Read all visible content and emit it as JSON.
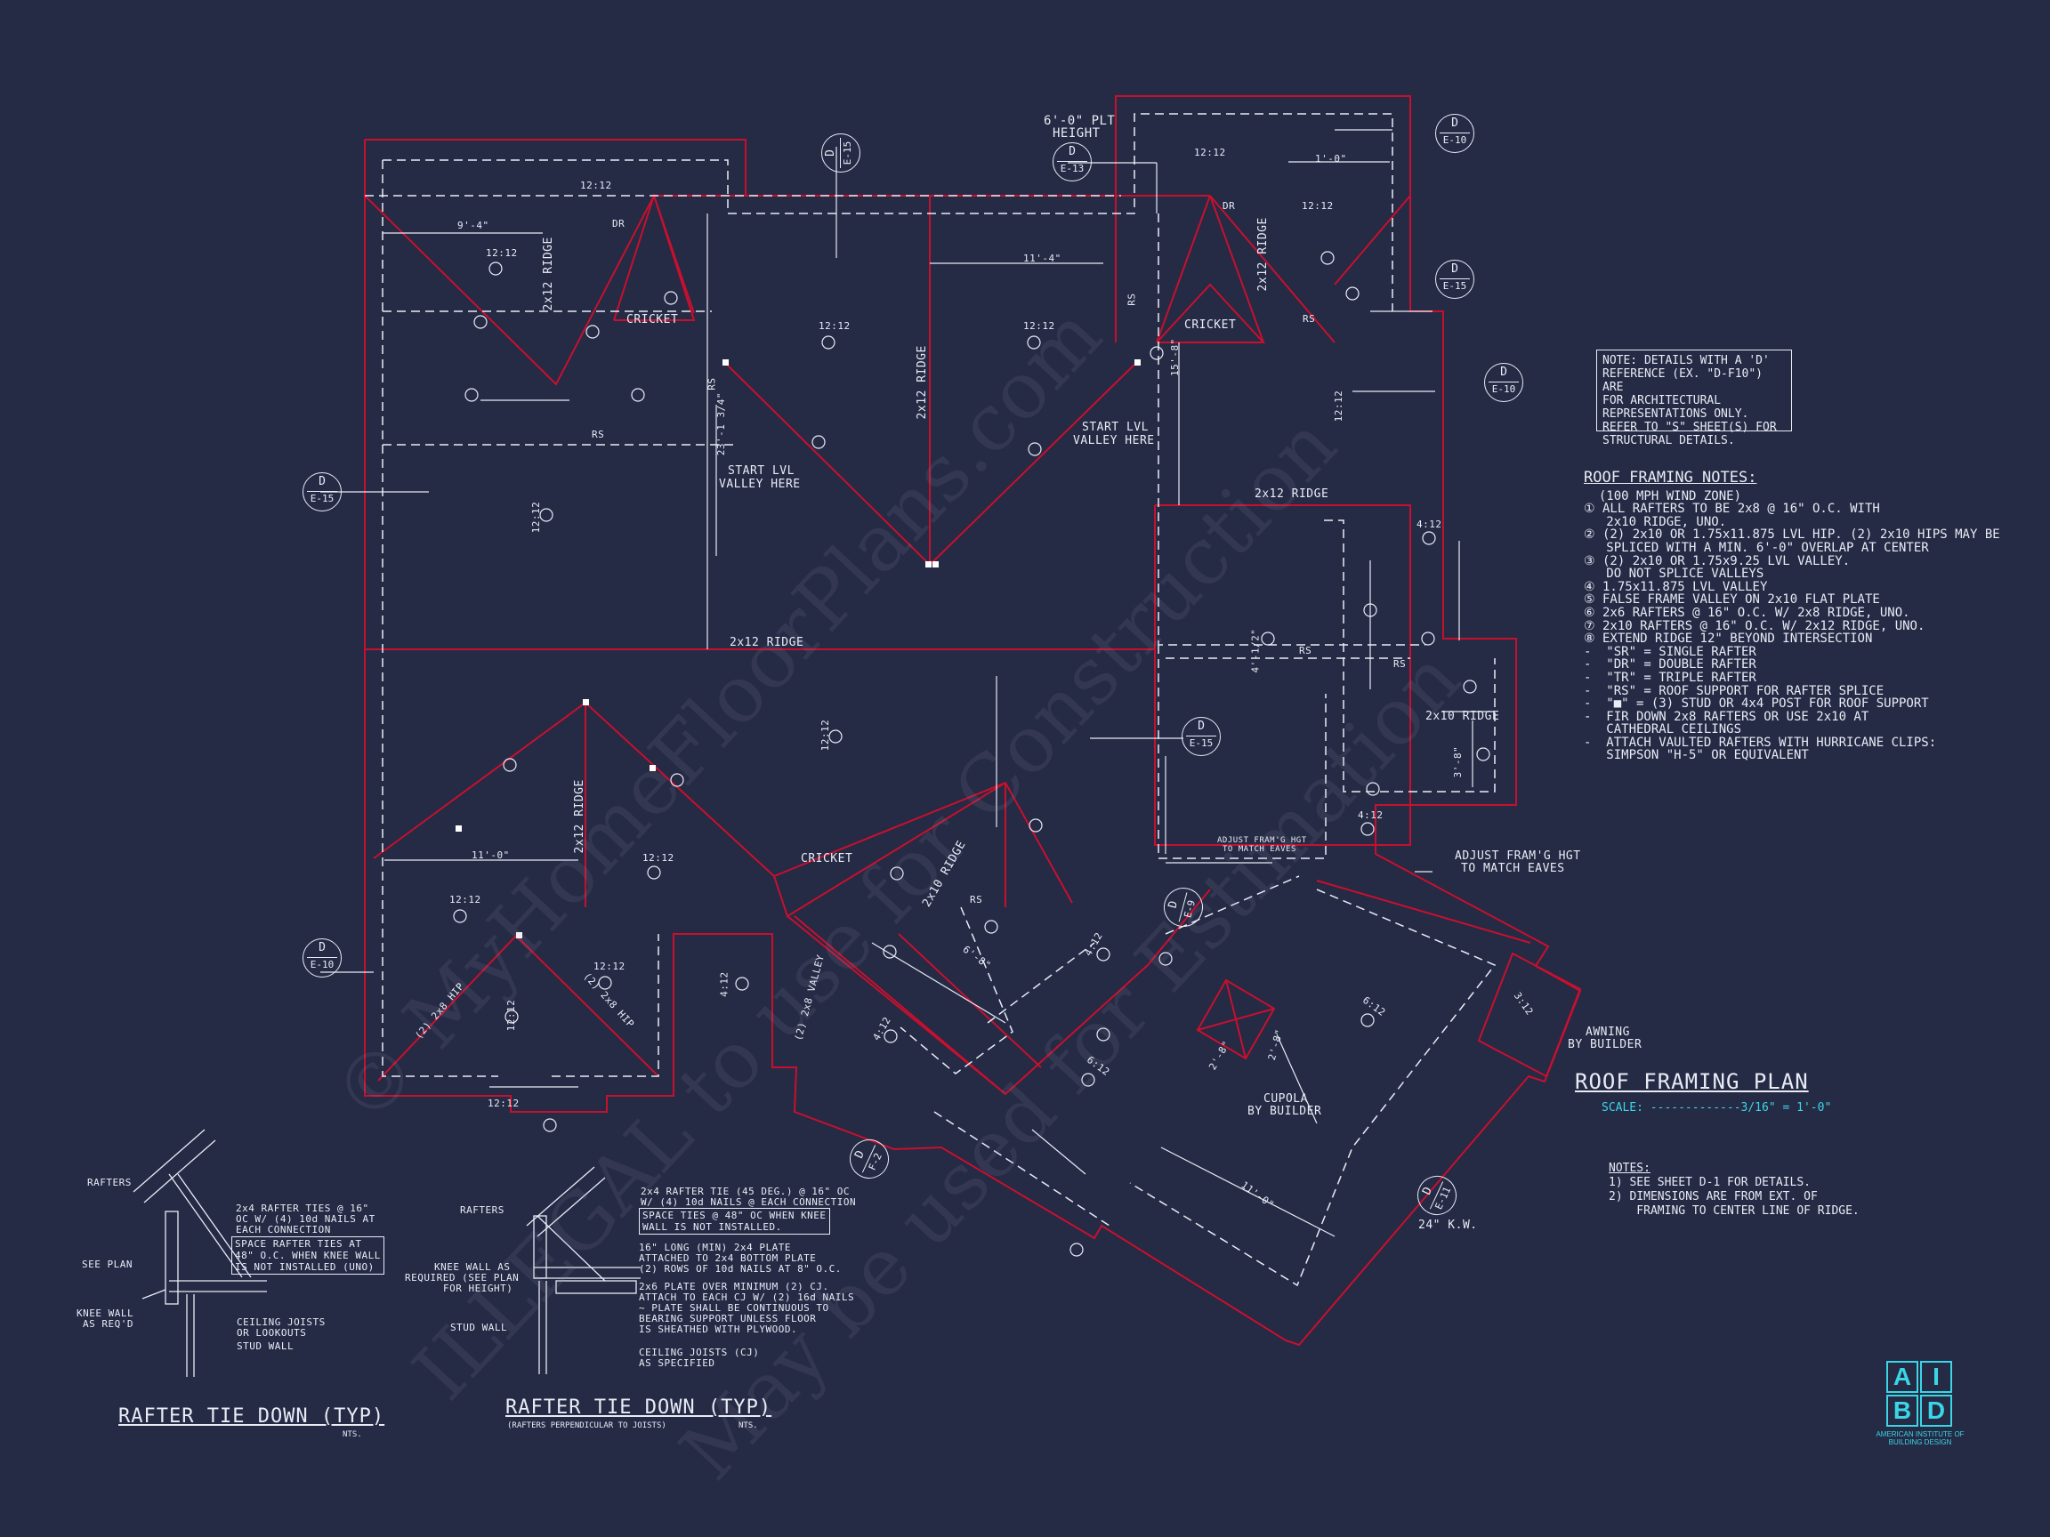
{
  "colors": {
    "background": "#252a45",
    "wall_red": "#c8102e",
    "line_white": "#e9ecf5",
    "accent_cyan": "#3ad6e6"
  },
  "plan_title": "ROOF FRAMING PLAN",
  "plan_scale": "SCALE: -------------3/16\" = 1'-0\"",
  "arch_note": [
    "NOTE: DETAILS WITH A 'D'",
    "REFERENCE (EX. \"D-F10\") ARE",
    "FOR ARCHITECTURAL",
    "REPRESENTATIONS ONLY.",
    "REFER TO \"S\" SHEET(S) FOR",
    "STRUCTURAL DETAILS."
  ],
  "roof_notes_heading": "ROOF FRAMING NOTES:",
  "roof_notes": [
    "  (100 MPH WIND ZONE)",
    "① ALL RAFTERS TO BE 2x8 @ 16\" O.C. WITH",
    "   2x10 RIDGE, UNO.",
    "② (2) 2x10 OR 1.75x11.875 LVL HIP. (2) 2x10 HIPS MAY BE",
    "   SPLICED WITH A MIN. 6'-0\" OVERLAP AT CENTER",
    "③ (2) 2x10 OR 1.75x9.25 LVL VALLEY.",
    "   DO NOT SPLICE VALLEYS",
    "④ 1.75x11.875 LVL VALLEY",
    "⑤ FALSE FRAME VALLEY ON 2x10 FLAT PLATE",
    "⑥ 2x6 RAFTERS @ 16\" O.C. W/ 2x8 RIDGE, UNO.",
    "⑦ 2x10 RAFTERS @ 16\" O.C. W/ 2x12 RIDGE, UNO.",
    "⑧ EXTEND RIDGE 12\" BEYOND INTERSECTION",
    "-  \"SR\" = SINGLE RAFTER",
    "-  \"DR\" = DOUBLE RAFTER",
    "-  \"TR\" = TRIPLE RAFTER",
    "-  \"RS\" = ROOF SUPPORT FOR RAFTER SPLICE",
    "-  \"■\" = (3) STUD OR 4x4 POST FOR ROOF SUPPORT",
    "-  FIR DOWN 2x8 RAFTERS OR USE 2x10 AT",
    "   CATHEDRAL CEILINGS",
    "-  ATTACH VAULTED RAFTERS WITH HURRICANE CLIPS:",
    "   SIMPSON \"H-5\" OR EQUIVALENT"
  ],
  "general_notes_heading": "NOTES:",
  "general_notes": [
    "1) SEE SHEET D-1 FOR DETAILS.",
    "2) DIMENSIONS ARE FROM EXT. OF",
    "    FRAMING TO CENTER LINE OF RIDGE."
  ],
  "detail1": {
    "title": "RAFTER TIE DOWN (TYP)",
    "nts": "NTS.",
    "labels": {
      "rafters": "RAFTERS",
      "see_plan": "SEE PLAN",
      "knee_wall": "KNEE WALL",
      "as_reqd": "AS REQ'D",
      "ties1": "2x4 RAFTER TIES @ 16\"",
      "ties2": "OC W/ (4) 10d NAILS AT",
      "ties3": "EACH CONNECTION",
      "space1": "SPACE RAFTER TIES AT",
      "space2": "48\" O.C. WHEN KNEE WALL",
      "space3": "IS NOT INSTALLED (UNO)",
      "joists1": "CEILING JOISTS",
      "joists2": "OR LOOKOUTS",
      "stud": "STUD WALL"
    }
  },
  "detail2": {
    "title": "RAFTER TIE DOWN (TYP)",
    "subtitle": "(RAFTERS PERPENDICULAR TO JOISTS)",
    "nts": "NTS.",
    "labels": {
      "rafters": "RAFTERS",
      "knee1": "KNEE WALL AS",
      "knee2": "REQUIRED (SEE PLAN",
      "knee3": "FOR HEIGHT)",
      "stud": "STUD WALL",
      "tie1": "2x4 RAFTER TIE (45 DEG.) @ 16\" OC",
      "tie2": "W/ (4) 10d NAILS @ EACH CONNECTION",
      "space1": "SPACE TIES @ 48\" OC WHEN KNEE",
      "space2": "WALL IS NOT INSTALLED.",
      "plate1": "16\" LONG (MIN) 2x4 PLATE",
      "plate2": "ATTACHED TO 2x4 BOTTOM PLATE",
      "plate3": "(2) ROWS OF 10d NAILS AT 8\" O.C.",
      "p6a": "2x6 PLATE OVER MINIMUM (2) CJ.",
      "p6b": "ATTACH TO EACH CJ W/ (2) 16d NAILS",
      "p6c": "~ PLATE SHALL BE CONTINUOUS TO",
      "p6d": "BEARING SUPPORT UNLESS FLOOR",
      "p6e": "IS SHEATHED WITH PLYWOOD.",
      "cj1": "CEILING JOISTS (CJ)",
      "cj2": "AS SPECIFIED"
    }
  },
  "plan_labels": {
    "plt_height1": "6'-0\" PLT",
    "plt_height2": "HEIGHT",
    "cricket": "CRICKET",
    "dr": "DR",
    "rs": "RS",
    "ridge_2x12": "2x12 RIDGE",
    "ridge_2x10": "2x10 RIDGE",
    "ridge_2x8": "2x12 RIDGE",
    "ridge_2x10b": "2x10 RIDGE",
    "start_lvl1": "START LVL",
    "start_lvl2": "VALLEY HERE",
    "adjust1": "ADJUST FRAM'G HGT",
    "adjust2": "TO MATCH EAVES",
    "adjust_small1": "ADJUST FRAM'G HGT",
    "adjust_small2": "TO MATCH EAVES",
    "awning1": "AWNING",
    "awning2": "BY BUILDER",
    "cupola1": "CUPOLA",
    "cupola2": "BY BUILDER",
    "kw": "24\" K.W.",
    "hip_2x8a": "(2) 2x8 HIP",
    "hip_2x8b": "(2) 2x8 HIP",
    "valley_2x8": "(2) 2x8 VALLEY",
    "pitch_12": "12:12",
    "pitch_4": "4:12",
    "pitch_6": "6:12",
    "pitch_3": "3:12",
    "dim_9_4": "9'-4\"",
    "dim_11_4": "11'-4\"",
    "dim_1_0": "1'-0\"",
    "dim_11_0": "11'-0\"",
    "dim_23": "23'-1 3/4\"",
    "dim_6_8": "6'-8\"",
    "dim_2_8": "2'-8\"",
    "dim_3_8": "3'-8\"",
    "dim_4": "4'-1/2\"",
    "dim_15": "15'-8\""
  },
  "section_bubbles": [
    {
      "top": "D",
      "bottom": "E-15"
    },
    {
      "top": "D",
      "bottom": "E-13"
    },
    {
      "top": "D",
      "bottom": "E-10"
    },
    {
      "top": "D",
      "bottom": "E-15"
    },
    {
      "top": "D",
      "bottom": "E-10"
    },
    {
      "top": "D",
      "bottom": "E-15"
    },
    {
      "top": "D",
      "bottom": "E-15"
    },
    {
      "top": "D",
      "bottom": "E-10"
    },
    {
      "top": "D",
      "bottom": "E-9"
    },
    {
      "top": "D",
      "bottom": "F-2"
    },
    {
      "top": "D",
      "bottom": "E-11"
    }
  ],
  "logo": {
    "letters": [
      "A",
      "I",
      "B",
      "D"
    ],
    "org": "AMERICAN INSTITUTE OF BUILDING DESIGN"
  },
  "watermark": [
    "© MyHomeFloorPlans.com",
    "ILLEGAL to use for Construction",
    "May be used for Estimation"
  ]
}
